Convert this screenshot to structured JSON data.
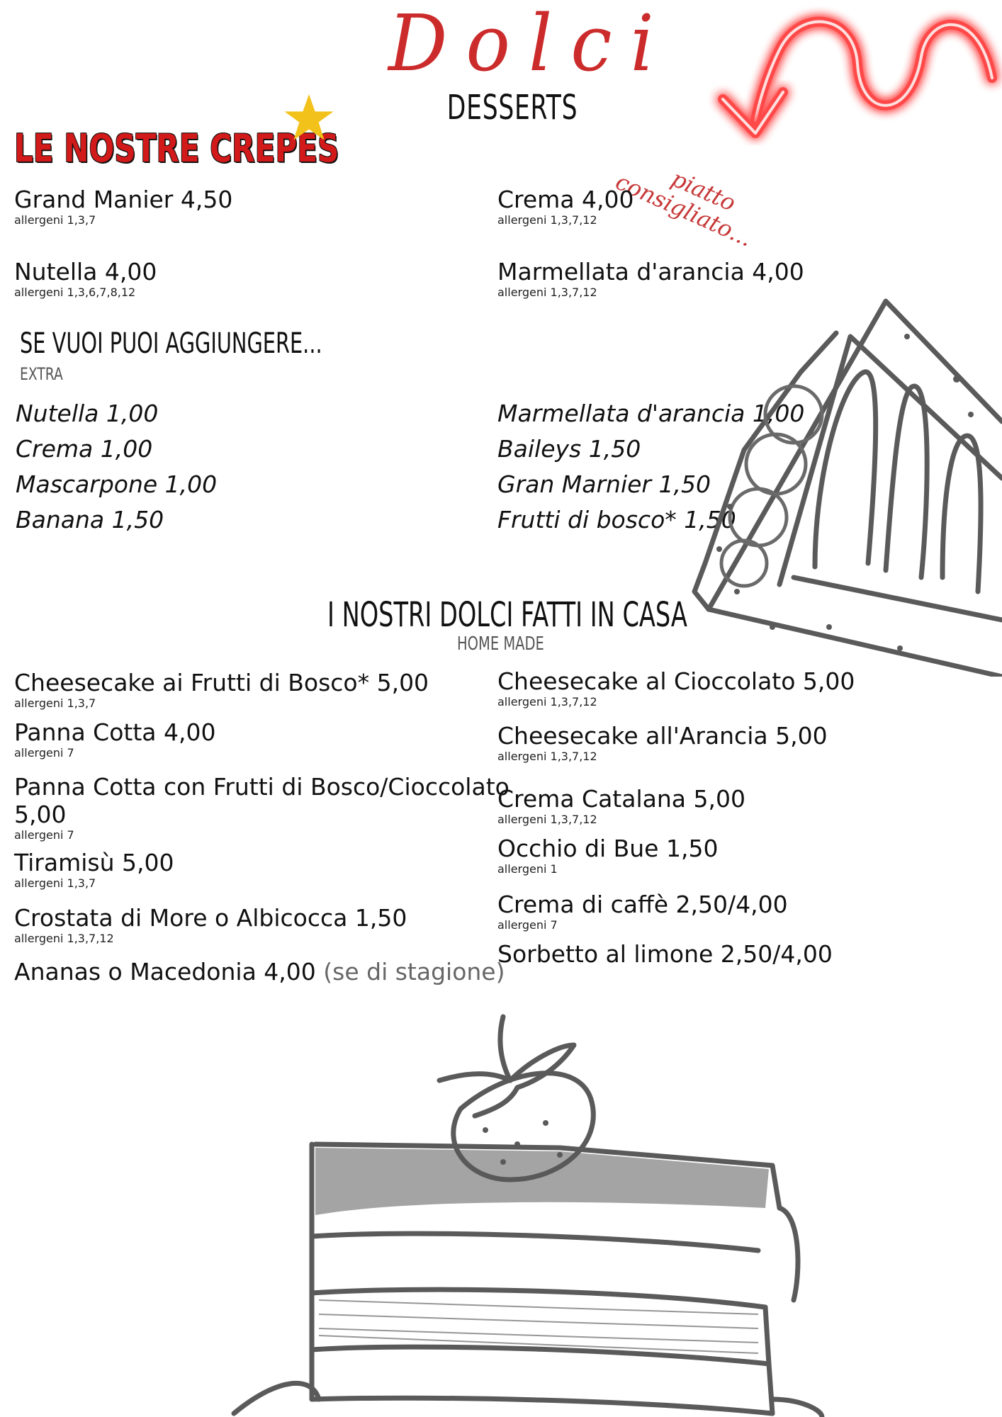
{
  "header": {
    "title": "Dolci",
    "subtitle": "DESSERTS",
    "note_line1": "piatto",
    "note_line2": "consigliato..."
  },
  "crepes": {
    "heading": "LE NOSTRE CREPES",
    "items": [
      {
        "name": "Grand Manier 4,50",
        "allergens": "allergeni 1,3,7"
      },
      {
        "name": "Crema 4,00",
        "allergens": "allergeni 1,3,7,12"
      },
      {
        "name": "Nutella 4,00",
        "allergens": "allergeni 1,3,6,7,8,12"
      },
      {
        "name": "Marmellata d'arancia 4,00",
        "allergens": "allergeni 1,3,7,12"
      }
    ]
  },
  "extras": {
    "heading": "SE VUOI PUOI AGGIUNGERE...",
    "subheading": "EXTRA",
    "left": [
      "Nutella 1,00",
      "Crema 1,00",
      "Mascarpone 1,00",
      "Banana 1,50"
    ],
    "right": [
      "Marmellata d'arancia 1,00",
      "Baileys 1,50",
      "Gran Marnier 1,50",
      "Frutti di bosco* 1,50"
    ]
  },
  "homemade": {
    "heading": "I NOSTRI DOLCI FATTI  IN CASA",
    "subheading": "HOME MADE",
    "left": [
      {
        "name": "Cheesecake ai Frutti di Bosco*  5,00",
        "allergens": "allergeni 1,3,7"
      },
      {
        "name": "Panna Cotta 4,00",
        "allergens": "allergeni 7"
      },
      {
        "name": "Panna Cotta con Frutti di Bosco/Cioccolato",
        "name2": "5,00",
        "allergens": "allergeni 7"
      },
      {
        "name": "Tiramisù 5,00",
        "allergens": "allergeni 1,3,7"
      },
      {
        "name": "Crostata di More o Albicocca 1,50",
        "allergens": "allergeni 1,3,7,12"
      },
      {
        "name": "Ananas o Macedonia 4,00",
        "extra": "(se di stagione)"
      }
    ],
    "right": [
      {
        "name": "Cheesecake al Cioccolato 5,00",
        "allergens": "allergeni 1,3,7,12"
      },
      {
        "name": "Cheesecake all'Arancia 5,00",
        "allergens": "allergeni 1,3,7,12"
      },
      {
        "name": "Crema Catalana 5,00",
        "allergens": "allergeni 1,3,7,12"
      },
      {
        "name": "Occhio di Bue 1,50",
        "allergens": "allergeni 1"
      },
      {
        "name": "Crema di caffè  2,50/4,00",
        "allergens": "allergeni 7"
      },
      {
        "name": "Sorbetto al limone  2,50/4,00"
      }
    ]
  },
  "colors": {
    "accent_red": "#cc2b2b",
    "neon_red": "#ff3b3b",
    "star_yellow": "#f2c21b",
    "sketch_gray": "#5a5a5a"
  },
  "icons": [
    "star-icon",
    "neon-arrow-icon",
    "crepe-illustration",
    "cake-illustration"
  ]
}
